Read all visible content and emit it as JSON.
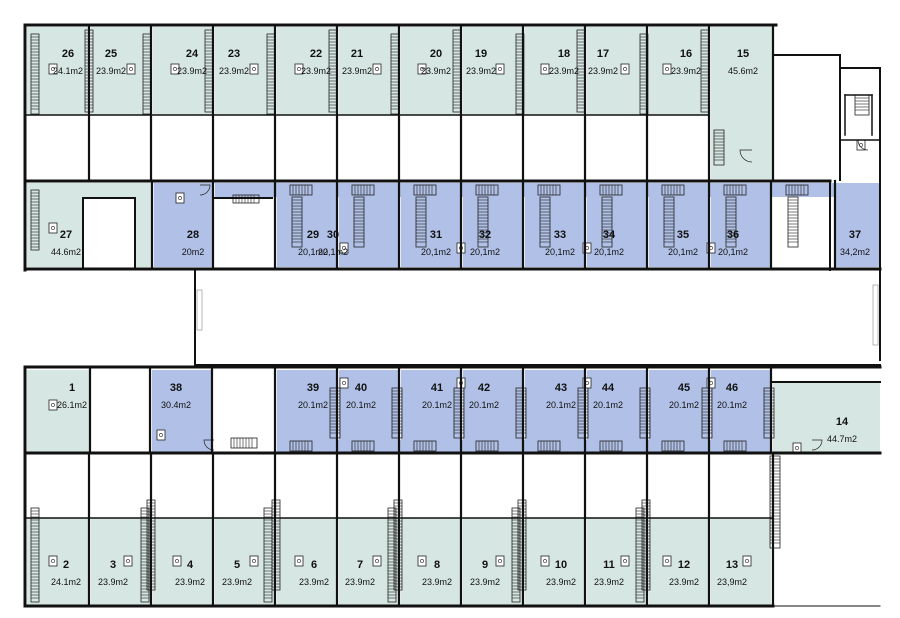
{
  "colors": {
    "green": "#d6e6e2",
    "blue": "#b0c0e6",
    "wall": "#111111",
    "background": "#ffffff"
  },
  "units": [
    {
      "num": "26",
      "area": "24.1m2",
      "fill": "green"
    },
    {
      "num": "25",
      "area": "23.9m2",
      "fill": "green"
    },
    {
      "num": "24",
      "area": "23.9m2",
      "fill": "green"
    },
    {
      "num": "23",
      "area": "23.9m2",
      "fill": "green"
    },
    {
      "num": "22",
      "area": "23.9m2",
      "fill": "green"
    },
    {
      "num": "21",
      "area": "23.9m2",
      "fill": "green"
    },
    {
      "num": "20",
      "area": "23.9m2",
      "fill": "green"
    },
    {
      "num": "19",
      "area": "23.9m2",
      "fill": "green"
    },
    {
      "num": "18",
      "area": "23.9m2",
      "fill": "green"
    },
    {
      "num": "17",
      "area": "23.9m2",
      "fill": "green"
    },
    {
      "num": "16",
      "area": "23.9m2",
      "fill": "green"
    },
    {
      "num": "15",
      "area": "45.6m2",
      "fill": "green"
    },
    {
      "num": "27",
      "area": "44.6m2",
      "fill": "green"
    },
    {
      "num": "28",
      "area": "20m2",
      "fill": "blue"
    },
    {
      "num": "29",
      "area": "20,1m2",
      "fill": "blue"
    },
    {
      "num": "30",
      "area": "20,1m2",
      "fill": "blue"
    },
    {
      "num": "31",
      "area": "20,1m2",
      "fill": "blue"
    },
    {
      "num": "32",
      "area": "20,1m2",
      "fill": "blue"
    },
    {
      "num": "33",
      "area": "20,1m2",
      "fill": "blue"
    },
    {
      "num": "34",
      "area": "20,1m2",
      "fill": "blue"
    },
    {
      "num": "35",
      "area": "20,1m2",
      "fill": "blue"
    },
    {
      "num": "36",
      "area": "20,1m2",
      "fill": "blue"
    },
    {
      "num": "37",
      "area": "34,2m2",
      "fill": "blue"
    },
    {
      "num": "1",
      "area": "26.1m2",
      "fill": "green"
    },
    {
      "num": "38",
      "area": "30.4m2",
      "fill": "blue"
    },
    {
      "num": "39",
      "area": "20.1m2",
      "fill": "blue"
    },
    {
      "num": "40",
      "area": "20.1m2",
      "fill": "blue"
    },
    {
      "num": "41",
      "area": "20.1m2",
      "fill": "blue"
    },
    {
      "num": "42",
      "area": "20.1m2",
      "fill": "blue"
    },
    {
      "num": "43",
      "area": "20.1m2",
      "fill": "blue"
    },
    {
      "num": "44",
      "area": "20.1m2",
      "fill": "blue"
    },
    {
      "num": "45",
      "area": "20.1m2",
      "fill": "blue"
    },
    {
      "num": "46",
      "area": "20.1m2",
      "fill": "blue"
    },
    {
      "num": "14",
      "area": "44.7m2",
      "fill": "green"
    },
    {
      "num": "2",
      "area": "24.1m2",
      "fill": "green"
    },
    {
      "num": "3",
      "area": "23.9m2",
      "fill": "green"
    },
    {
      "num": "4",
      "area": "23.9m2",
      "fill": "green"
    },
    {
      "num": "5",
      "area": "23.9m2",
      "fill": "green"
    },
    {
      "num": "6",
      "area": "23.9m2",
      "fill": "green"
    },
    {
      "num": "7",
      "area": "23.9m2",
      "fill": "green"
    },
    {
      "num": "8",
      "area": "23.9m2",
      "fill": "green"
    },
    {
      "num": "9",
      "area": "23.9m2",
      "fill": "green"
    },
    {
      "num": "10",
      "area": "23.9m2",
      "fill": "green"
    },
    {
      "num": "11",
      "area": "23.9m2",
      "fill": "green"
    },
    {
      "num": "12",
      "area": "23.9m2",
      "fill": "green"
    },
    {
      "num": "13",
      "area": "23,9m2",
      "fill": "green"
    }
  ]
}
